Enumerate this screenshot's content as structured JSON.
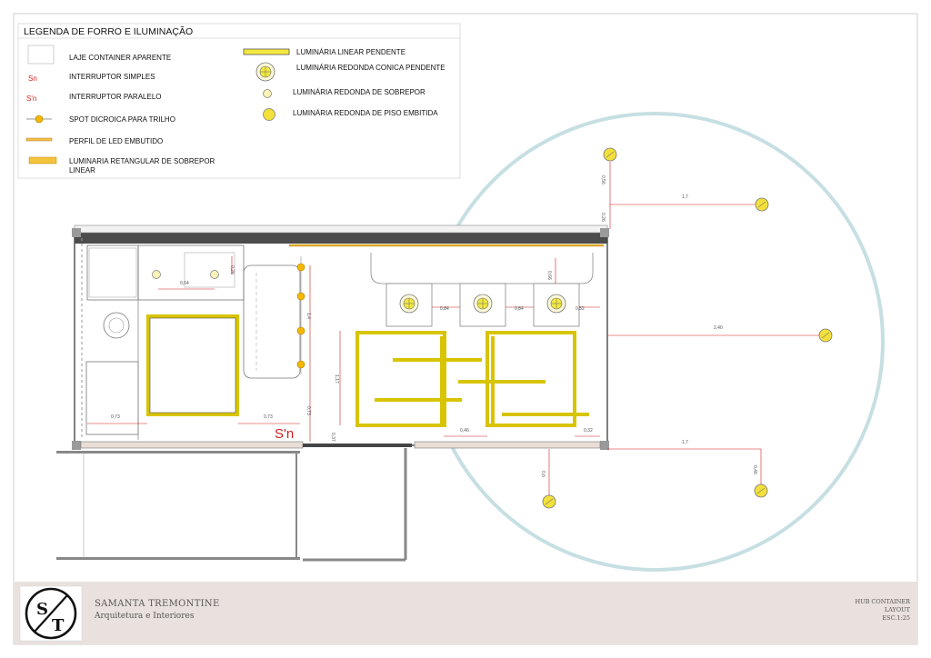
{
  "legend": {
    "title": "LEGENDA DE FORRO E ILUMINAÇÃO",
    "items_left": [
      {
        "id": "laje",
        "label": "LAJE CONTAINER APARENTE"
      },
      {
        "id": "int-simples",
        "symbol": "Sn",
        "label": "INTERRUPTOR SIMPLES"
      },
      {
        "id": "int-paralelo",
        "symbol": "S'n",
        "label": "INTERRUPTOR PARALELO"
      },
      {
        "id": "spot",
        "label": "SPOT DICROICA PARA TRILHO"
      },
      {
        "id": "perfil",
        "label": "PERFIL DE LED EMBUTIDO"
      },
      {
        "id": "retangular",
        "label_line1": "LUMINARIA RETANGULAR  DE SOBREPOR",
        "label_line2": "LINEAR"
      }
    ],
    "items_right": [
      {
        "id": "linear-pendente",
        "label": "LUMINÁRIA LINEAR PENDENTE"
      },
      {
        "id": "conica-pendente",
        "label": "LUMINÁRIA REDONDA CONICA PENDENTE"
      },
      {
        "id": "redonda-sobrepor",
        "label": "LUMINÁRIA REDONDA DE SOBREPOR"
      },
      {
        "id": "piso-embutida",
        "label": "LUMINÁRIA REDONDA DE PISO EMBITIDA"
      }
    ]
  },
  "plan": {
    "switch_label": "S'n",
    "dimensions": {
      "d_064": "0,64",
      "d_026": "0,26",
      "d_14": "1,4",
      "d_117": "1,17",
      "d_073a": "0,73",
      "d_073b": "0,73",
      "d_073c": "0,73",
      "d_037": "0,37",
      "d_084a": "0,84",
      "d_084b": "0,84",
      "d_052": "0,52",
      "d_066": "0,66",
      "d_046a": "0,46",
      "d_032": "0,32",
      "d_056": "0,56",
      "d_026b": "0,26",
      "d_17a": "1,7",
      "d_240": "2,40",
      "d_17b": "1,7",
      "d_06": "0,6",
      "d_046b": "0,46"
    }
  },
  "title_block": {
    "logo_text": "S/T",
    "name": "SAMANTA TREMONTINE",
    "subtitle": "Arquitetura e Interiores",
    "project": "HUB CONTAINER",
    "sheet": "LAYOUT",
    "scale": "ESC.1:25"
  },
  "colors": {
    "fixture_yellow": "#f3e83d",
    "fixture_outline": "#7d7a4a",
    "circle": "#c6dfe3",
    "dim_red": "#d21d1d",
    "titleblock_bg": "#e9e1dd"
  }
}
